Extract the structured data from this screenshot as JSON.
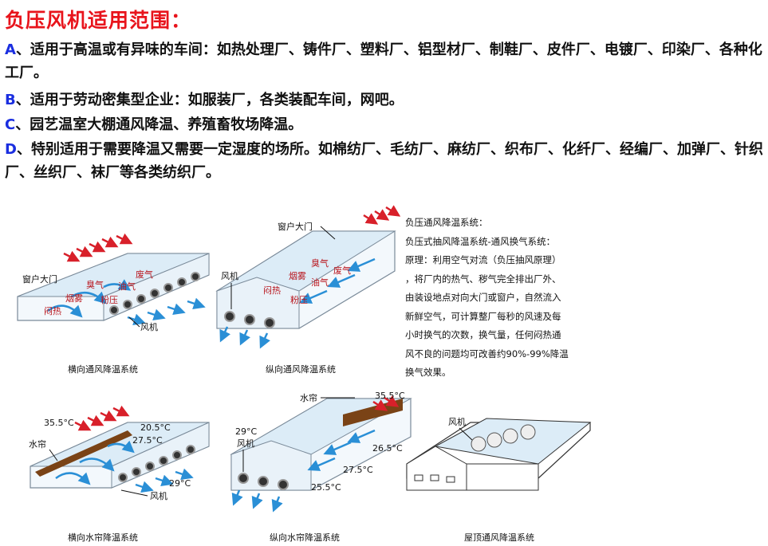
{
  "title": "负压风机适用范围：",
  "paragraphs": [
    {
      "key": "A",
      "text": "、适用于高温或有异味的车间：如热处理厂、铸件厂、塑料厂、铝型材厂、制鞋厂、皮件厂、电镀厂、印染厂、各种化工厂。"
    },
    {
      "key": "B",
      "text": "、适用于劳动密集型企业：如服装厂，各类装配车间，网吧。"
    },
    {
      "key": "C",
      "text": "、园艺温室大棚通风降温、养殖畜牧场降温。"
    },
    {
      "key": "D",
      "text": "、特别适用于需要降温又需要一定湿度的场所。如棉纺厂、毛纺厂、麻纺厂、织布厂、化纤厂、经编厂、加弹厂、针织厂、丝织厂、袜厂等各类纺织厂。"
    }
  ],
  "diagrams": {
    "d1": {
      "caption": "横向通风降温系统",
      "labels": {
        "window_door": "窗户大门",
        "odor": "臭气",
        "waste_gas": "废气",
        "oil_gas": "油气",
        "smoke": "烟雾",
        "dust": "粉压",
        "stuffy": "闷热",
        "fan": "风机"
      }
    },
    "d2": {
      "caption": "纵向通风降温系统",
      "labels": {
        "window_door": "窗户大门",
        "fan": "风机",
        "odor": "臭气",
        "smoke": "烟雾",
        "waste_gas": "废气",
        "oil_gas": "油气",
        "stuffy": "闷热",
        "dust": "粉压"
      }
    },
    "d3": {
      "caption": "横向水帘降温系统",
      "labels": {
        "t_out": "35.5°C",
        "curtain": "水帘",
        "t1": "20.5°C",
        "t2": "27.5°C",
        "t3": "29°C",
        "fan": "风机"
      }
    },
    "d4": {
      "caption": "纵向水帘降温系统",
      "labels": {
        "curtain": "水帘",
        "t_out": "35.5°C",
        "t_fan": "29°C",
        "fan": "风机",
        "t1": "26.5°C",
        "t2": "27.5°C",
        "t3": "25.5°C"
      }
    },
    "d5": {
      "caption": "屋顶通风降温系统",
      "labels": {
        "fan": "风机"
      }
    }
  },
  "side_text": [
    "负压通风降温系统：",
    "负压式抽风降温系统-通风换气系统：",
    "原理：利用空气对流（负压抽风原理）",
    "，将厂内的热气、秽气完全排出厂外、",
    "由装设地点对向大门或窗户，自然流入",
    "新鲜空气，可计算整厂每秒的风速及每",
    "小时换气的次数，换气量，任何闷热通",
    "风不良的问题均可改善约90%-99%降温",
    "换气效果。"
  ],
  "colors": {
    "title": "#e8141c",
    "key": "#1a2ee0",
    "red_label": "#b8141c",
    "blue_arrow": "#2a8fd6",
    "red_arrow": "#d8202a",
    "curtain": "#7a4316",
    "roof": "#dcecf7"
  }
}
